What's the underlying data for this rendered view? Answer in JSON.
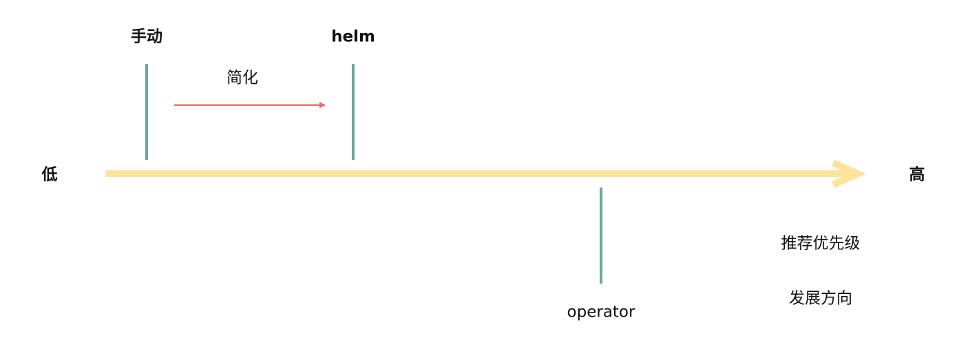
{
  "axis": {
    "low_label": "低",
    "high_label": "高",
    "color": "#fce59a"
  },
  "markers": [
    {
      "id": "manual",
      "label": "手动"
    },
    {
      "id": "helm",
      "label": "helm"
    },
    {
      "id": "operator",
      "label": "operator"
    }
  ],
  "marker_color": "#6aa99a",
  "transition": {
    "label": "简化",
    "color": "#ef6767"
  },
  "legend": {
    "line1": "推荐优先级",
    "line2": "发展方向"
  }
}
